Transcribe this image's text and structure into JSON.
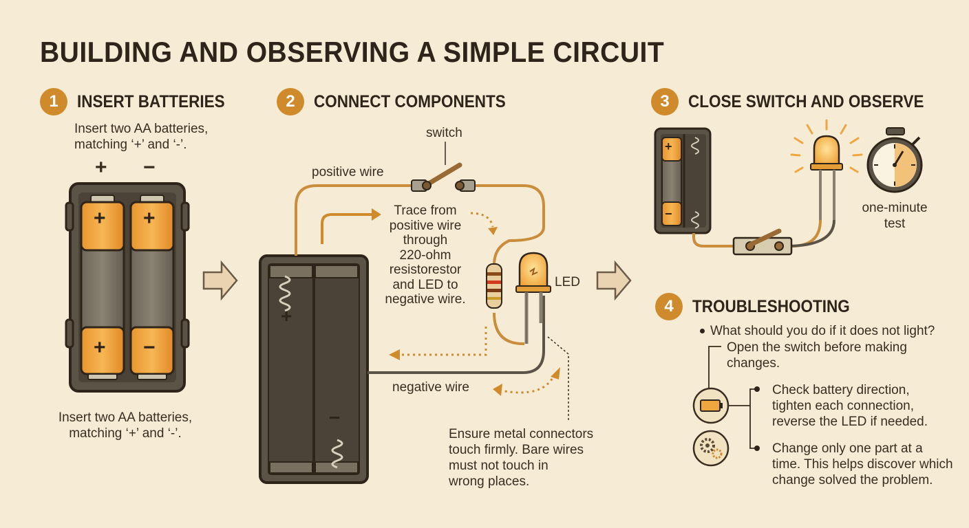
{
  "title": "BUILDING AND OBSERVING A SIMPLE CIRCUIT",
  "steps": [
    {
      "number": "1",
      "heading": "INSERT BATTERIES"
    },
    {
      "number": "2",
      "heading": "CONNECT COMPONENTS"
    },
    {
      "number": "3",
      "heading": "CLOSE SWITCH AND OBSERVE"
    },
    {
      "number": "4",
      "heading": "TROUBLESHOOTING"
    }
  ],
  "step1": {
    "top_text_line1": "Insert two AA batteries,",
    "top_text_line2": "matching ‘+’ and ‘-’.",
    "bottom_text_line1": "Insert two AA batteries,",
    "bottom_text_line2": "matching ‘+’ and ‘-’.",
    "plus_symbol": "+",
    "minus_symbol": "−"
  },
  "step2": {
    "switch_label": "switch",
    "positive_wire_label": "positive wire",
    "negative_wire_label": "negative wire",
    "led_label": "LED",
    "trace_lines": [
      "Trace from",
      "positive wire",
      "through",
      "220-ohm",
      "resistorestor",
      "and LED to",
      "negative wire."
    ],
    "connector_note_lines": [
      "Ensure metal connectors",
      "touch firmly. Bare wires",
      "must not touch in",
      "wrong places."
    ]
  },
  "step3": {
    "timer_label_line1": "one-minute",
    "timer_label_line2": "test"
  },
  "step4": {
    "question": "What should you do if it does not light?",
    "item1_lines": [
      "Open the switch before making",
      "changes."
    ],
    "item2_lines": [
      "Check battery direction,",
      "tighten each connection,",
      "reverse the LED if needed."
    ],
    "item3_lines": [
      "Change only one part at a",
      "time. This helps discover which",
      "change solved the problem."
    ],
    "icons": [
      "battery-icon",
      "gears-icon"
    ]
  },
  "colors": {
    "background": "#f6ecd6",
    "accent": "#cf8a2c",
    "battery_orange": "#f0a640",
    "holder": "#5e5548",
    "dark": "#2e2419"
  }
}
